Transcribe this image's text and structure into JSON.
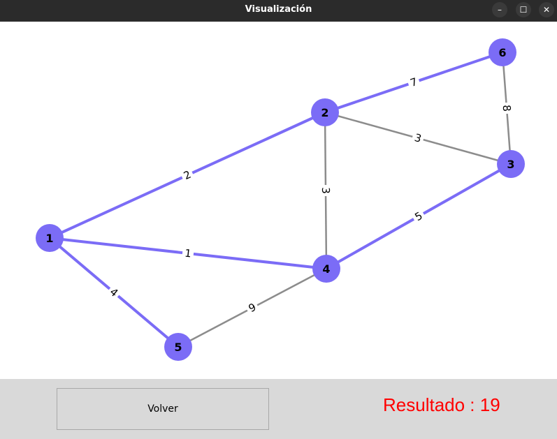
{
  "window": {
    "title": "Visualización",
    "controls": {
      "minimize": "–",
      "maximize": "☐",
      "close": "✕"
    }
  },
  "graph": {
    "colors": {
      "node": "#7b6cf6",
      "tree_edge": "#7b6cf6",
      "other_edge": "#8c8c8c",
      "label": "#000000"
    },
    "nodes": [
      {
        "id": "1"
      },
      {
        "id": "2"
      },
      {
        "id": "3"
      },
      {
        "id": "4"
      },
      {
        "id": "5"
      },
      {
        "id": "6"
      }
    ],
    "edges": [
      {
        "from": "1",
        "to": "2",
        "weight": "2",
        "in_tree": true
      },
      {
        "from": "1",
        "to": "4",
        "weight": "1",
        "in_tree": true
      },
      {
        "from": "1",
        "to": "5",
        "weight": "4",
        "in_tree": true
      },
      {
        "from": "2",
        "to": "6",
        "weight": "7",
        "in_tree": true
      },
      {
        "from": "4",
        "to": "3",
        "weight": "5",
        "in_tree": true
      },
      {
        "from": "2",
        "to": "3",
        "weight": "3",
        "in_tree": false
      },
      {
        "from": "2",
        "to": "4",
        "weight": "3",
        "in_tree": false
      },
      {
        "from": "6",
        "to": "3",
        "weight": "8",
        "in_tree": false
      },
      {
        "from": "5",
        "to": "4",
        "weight": "9",
        "in_tree": false
      }
    ]
  },
  "footer": {
    "back_button": "Volver",
    "result": "Resultado : 19"
  }
}
